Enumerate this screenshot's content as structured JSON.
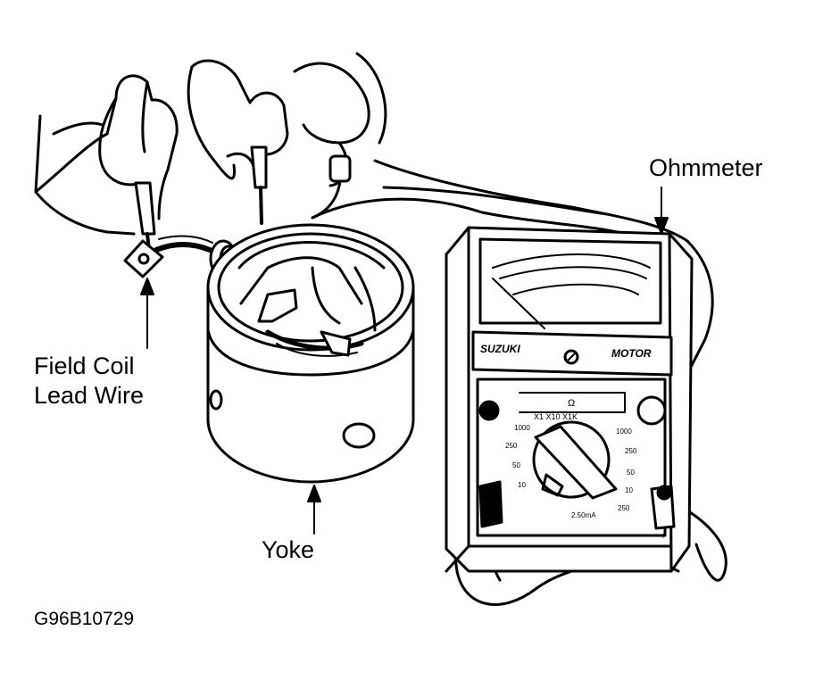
{
  "labels": {
    "ohmmeter": "Ohmmeter",
    "field_coil_line1": "Field Coil",
    "field_coil_line2": "Lead Wire",
    "yoke": "Yoke"
  },
  "figure_id": "G96B10729",
  "meter": {
    "brand": "SUZUKI",
    "model": "MOTOR",
    "range_omega": "Ω",
    "range_multipliers": "X1 X10 X1K",
    "dial_marks": [
      "1000",
      "250",
      "50",
      "10",
      "1000",
      "250",
      "50",
      "10",
      "2.50mA",
      "250"
    ],
    "jack_left": "-",
    "jack_right": "+"
  },
  "colors": {
    "ink": "#000000",
    "paper": "#ffffff"
  }
}
